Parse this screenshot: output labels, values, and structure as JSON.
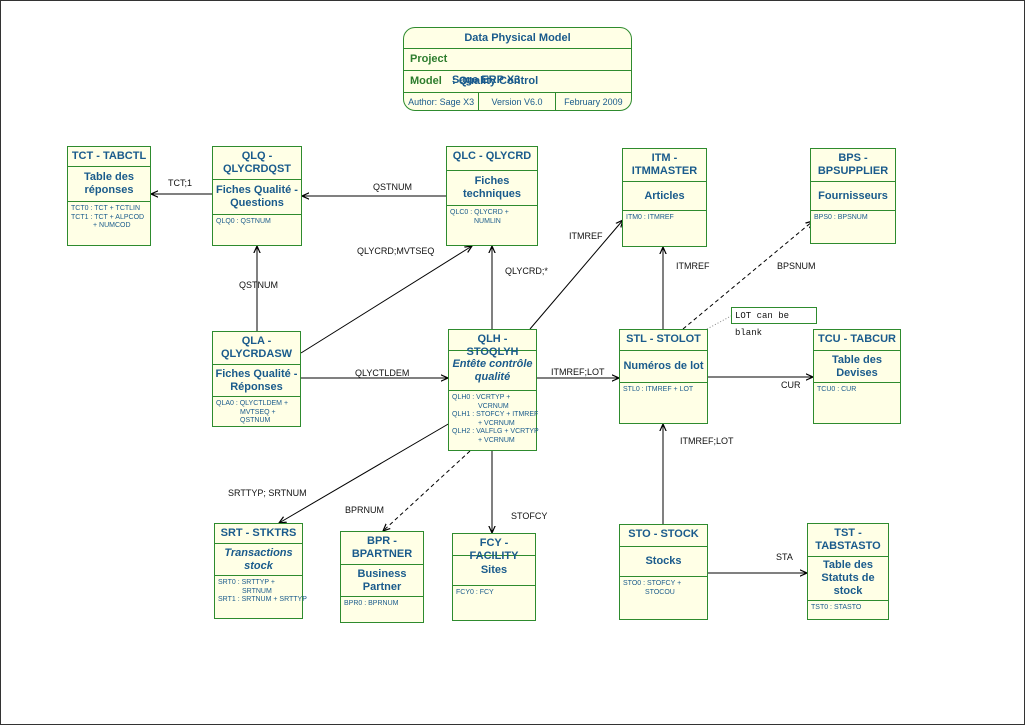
{
  "title_block": {
    "title": "Data Physical Model",
    "project_label": "Project :",
    "project_value": "Sage ERP X3",
    "model_label": "Model",
    "model_value": ": Quality Control",
    "author": "Author: Sage X3",
    "version": "Version V6.0",
    "date": "February 2009"
  },
  "note": "LOT can be blank",
  "entities": {
    "tct": {
      "header": "TCT - TABCTL",
      "desc": "Table des réponses",
      "keys": [
        "TCT0 : TCT + TCTLIN",
        "TCT1 : TCT + ALPCOD",
        "+ NUMCOD"
      ]
    },
    "qlq": {
      "header": "QLQ - QLYCRDQST",
      "desc": "Fiches Qualité - Questions",
      "keys": [
        "QLQ0 : QSTNUM"
      ]
    },
    "qlc": {
      "header": "QLC - QLYCRD",
      "desc": "Fiches techniques",
      "keys": [
        "QLC0 : QLYCRD +",
        "NUMLIN"
      ]
    },
    "itm": {
      "header": "ITM - ITMMASTER",
      "desc": "Articles",
      "keys": [
        "ITM0 : ITMREF"
      ]
    },
    "bps": {
      "header": "BPS - BPSUPPLIER",
      "desc": "Fournisseurs",
      "keys": [
        "BPS0 : BPSNUM"
      ]
    },
    "qla": {
      "header": "QLA - QLYCRDASW",
      "desc": "Fiches Qualité - Réponses",
      "keys": [
        "QLA0 : QLYCTLDEM +",
        "MVTSEQ +",
        "QSTNUM"
      ]
    },
    "qlh": {
      "header": "QLH - STOQLYH",
      "desc": "Entête contrôle qualité",
      "keys": [
        "QLH0 : VCRTYP +",
        "VCRNUM",
        "QLH1 : STOFCY + ITMREF",
        "+ VCRNUM",
        "QLH2 : VALFLG + VCRTYP",
        "+ VCRNUM"
      ]
    },
    "stl": {
      "header": "STL - STOLOT",
      "desc": "Numéros de lot",
      "keys": [
        "STL0 : ITMREF + LOT"
      ]
    },
    "tcu": {
      "header": "TCU - TABCUR",
      "desc": "Table des Devises",
      "keys": [
        "TCU0 : CUR"
      ]
    },
    "srt": {
      "header": "SRT - STKTRS",
      "desc": "Transactions stock",
      "keys": [
        "SRT0 : SRTTYP +",
        "SRTNUM",
        "SRT1 : SRTNUM + SRTTYP"
      ]
    },
    "bpr": {
      "header": "BPR - BPARTNER",
      "desc": "Business Partner",
      "keys": [
        "BPR0 : BPRNUM"
      ]
    },
    "fcy": {
      "header": "FCY - FACILITY",
      "desc": "Sites",
      "keys": [
        "FCY0 : FCY"
      ]
    },
    "sto": {
      "header": "STO - STOCK",
      "desc": "Stocks",
      "keys": [
        "STO0 : STOFCY +",
        "STOCOU"
      ]
    },
    "tst": {
      "header": "TST - TABSTASTO",
      "desc": "Table des Statuts de stock",
      "keys": [
        "TST0 : STASTO"
      ]
    }
  },
  "links": {
    "tct_1": "TCT;1",
    "qstnum_top": "QSTNUM",
    "qstnum_left": "QSTNUM",
    "qlycrd_mvtseq": "QLYCRD;MVTSEQ",
    "qlycrd_star": "QLYCRD;*",
    "itmref_diag": "ITMREF",
    "itmref_vert": "ITMREF",
    "bpsnum": "BPSNUM",
    "qlyctldem": "QLYCTLDEM",
    "itmref_lot_h": "ITMREF;LOT",
    "cur": "CUR",
    "itmref_lot_v": "ITMREF;LOT",
    "srttyp_srtnum": "SRTTYP; SRTNUM",
    "bprnum": "BPRNUM",
    "stofcy": "STOFCY",
    "sta": "STA"
  }
}
